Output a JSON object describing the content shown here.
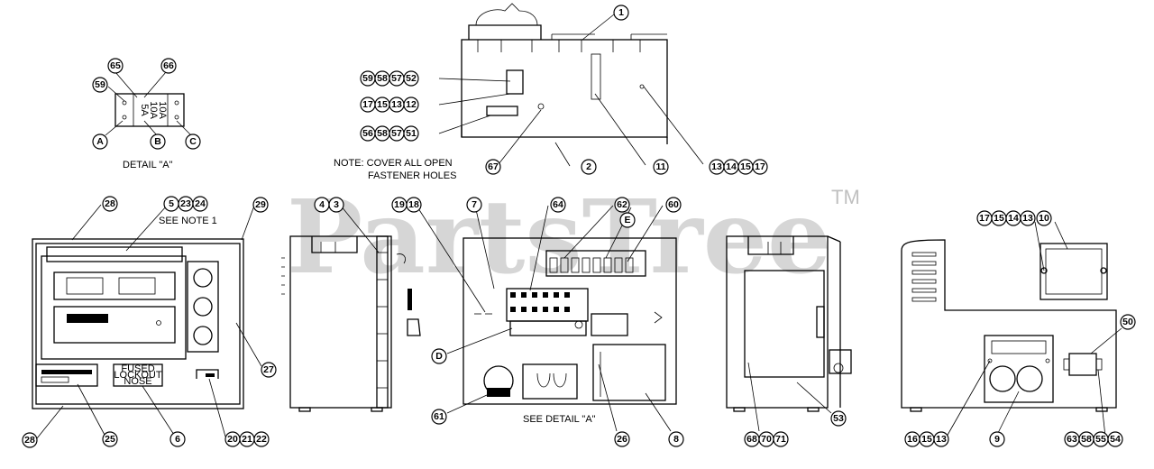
{
  "watermark": {
    "text": "PartsTree",
    "trademark": "TM"
  },
  "notes": {
    "detail_a_caption": "DETAIL \"A\"",
    "cover_note_line1": "NOTE: COVER ALL OPEN",
    "cover_note_line2": "FASTENER HOLES",
    "see_note": "SEE NOTE 1",
    "see_detail": "SEE DETAIL \"A\""
  },
  "detail_a": {
    "fuse_labels": [
      "5A",
      "10A",
      "10A"
    ],
    "callouts": [
      "65",
      "66",
      "59",
      "A",
      "B",
      "C"
    ]
  },
  "panel_text": {
    "fused_line1": "FUSED",
    "fused_line2": "LOCKOUT",
    "fused_line3": "NOSE"
  },
  "callout_groups": {
    "g1": [
      "1"
    ],
    "g2": [
      "59",
      "58",
      "57",
      "52"
    ],
    "g3": [
      "17",
      "15",
      "13",
      "12"
    ],
    "g4": [
      "56",
      "58",
      "57",
      "51"
    ],
    "g5": [
      "67"
    ],
    "g6": [
      "2"
    ],
    "g7": [
      "11"
    ],
    "g8": [
      "13",
      "14",
      "15",
      "17"
    ],
    "g9": [
      "28"
    ],
    "g10": [
      "5",
      "23",
      "24"
    ],
    "g11": [
      "29"
    ],
    "g12": [
      "27"
    ],
    "g13": [
      "28"
    ],
    "g14": [
      "25"
    ],
    "g15": [
      "6"
    ],
    "g16": [
      "20",
      "21",
      "22"
    ],
    "g17": [
      "4",
      "3"
    ],
    "g18": [
      "19",
      "18"
    ],
    "g19": [
      "7"
    ],
    "g20": [
      "64"
    ],
    "g21": [
      "62"
    ],
    "g22": [
      "E"
    ],
    "g23": [
      "60"
    ],
    "g24": [
      "D"
    ],
    "g25": [
      "61"
    ],
    "g26": [
      "26"
    ],
    "g27": [
      "8"
    ],
    "g28": [
      "68",
      "70",
      "71"
    ],
    "g29": [
      "53"
    ],
    "g30": [
      "17",
      "15",
      "14",
      "13"
    ],
    "g31": [
      "10"
    ],
    "g32": [
      "50"
    ],
    "g33": [
      "16",
      "15",
      "13"
    ],
    "g34": [
      "9"
    ],
    "g35": [
      "63",
      "58",
      "55",
      "54"
    ]
  }
}
